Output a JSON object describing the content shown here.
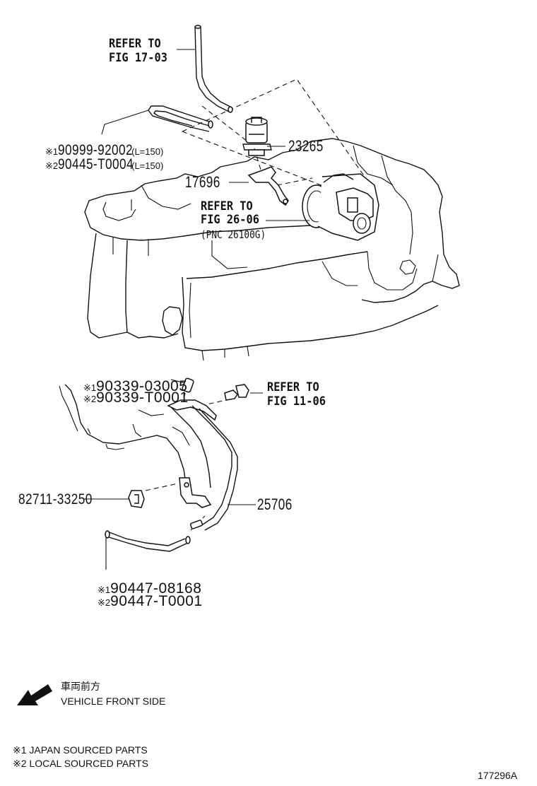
{
  "labels": {
    "refer_17_03": [
      "REFER TO",
      "FIG 17-03"
    ],
    "hose_top": {
      "line1_mark": "※1",
      "line1_pn": "90999-92002",
      "line1_spec": "(L=150)",
      "line2_mark": "※2",
      "line2_pn": "90445-T0004",
      "line2_spec": "(L=150)"
    },
    "pn_23265": "23265",
    "pn_17696": "17696",
    "refer_26_06": [
      "REFER TO",
      "FIG 26-06",
      "(PNC 26100G)"
    ],
    "plug": {
      "line1_mark": "※1",
      "line1_pn": "90339-03005",
      "line2_mark": "※2",
      "line2_pn": "90339-T0001"
    },
    "refer_11_06": [
      "REFER TO",
      "FIG 11-06"
    ],
    "pn_82711": "82711-33250",
    "pn_25706": "25706",
    "hose_bottom": {
      "line1_mark": "※1",
      "line1_pn": "90447-08168",
      "line2_mark": "※2",
      "line2_pn": "90447-T0001"
    }
  },
  "legend": {
    "front_jp": "車両前方",
    "front_en": "VEHICLE FRONT SIDE",
    "note1": "※1 JAPAN SOURCED PARTS",
    "note2": "※2 LOCAL SOURCED PARTS"
  },
  "figure_id": "177296A"
}
